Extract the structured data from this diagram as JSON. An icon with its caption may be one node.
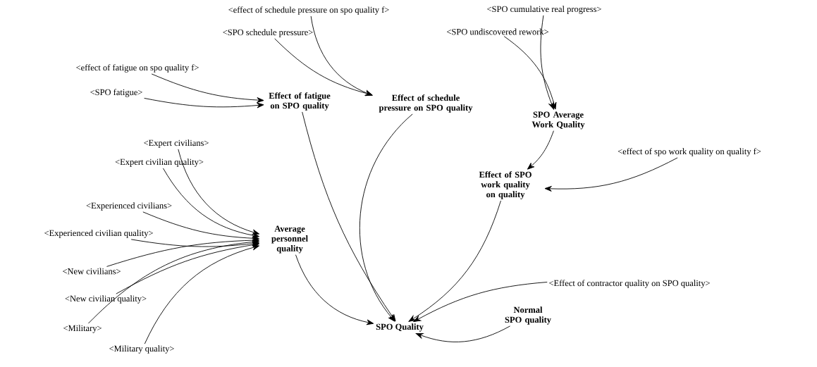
{
  "diagram": {
    "nodes": [
      {
        "text": [
          "<effect of schedule pressure on spo quality f>"
        ]
      },
      {
        "text": [
          "<SPO cumulative real progress>"
        ]
      },
      {
        "text": [
          "<SPO undiscovered rework>"
        ]
      },
      {
        "text": [
          "<SPO schedule pressure>"
        ]
      },
      {
        "text": [
          "<effect of fatigue on spo quality f>"
        ]
      },
      {
        "text": [
          "<SPO fatigue>"
        ]
      },
      {
        "text": [
          "Effect of fatigue on SPO quality"
        ]
      },
      {
        "text": [
          "Effect of schedule pressure on SPO quality"
        ]
      },
      {
        "text": [
          "SPO Average Work Quality"
        ]
      },
      {
        "text": [
          "<effect of spo work quality on quality f>"
        ]
      },
      {
        "text": [
          "<Expert civilians>"
        ]
      },
      {
        "text": [
          "<Expert civilian quality>"
        ]
      },
      {
        "text": [
          "Effect of SPO work quality on quality"
        ]
      },
      {
        "text": [
          "<Experienced civilians>"
        ]
      },
      {
        "text": [
          "<Experienced civilian quality>"
        ]
      },
      {
        "text": [
          "Average personnel quality"
        ]
      },
      {
        "text": [
          "<New civilians>"
        ]
      },
      {
        "text": [
          "<New civilian quality>"
        ]
      },
      {
        "text": [
          "<Effect of contractor quality on SPO quality>"
        ]
      },
      {
        "text": [
          "Normal SPO quality"
        ]
      },
      {
        "text": [
          "SPO Quality"
        ]
      },
      {
        "text": [
          "<Military>"
        ]
      },
      {
        "text": [
          "<Military quality>"
        ]
      }
    ],
    "edges": [
      {
        "from": 0,
        "to": 7,
        "arrow": "to"
      },
      {
        "from": 3,
        "to": 7,
        "arrow": "to"
      },
      {
        "from": 1,
        "to": 8,
        "arrow": "to"
      },
      {
        "from": 2,
        "to": 8,
        "arrow": "to"
      },
      {
        "from": 4,
        "to": 6,
        "arrow": "to"
      },
      {
        "from": 5,
        "to": 6,
        "arrow": "to"
      },
      {
        "from": 8,
        "to": 12,
        "arrow": "to"
      },
      {
        "from": 9,
        "to": 12,
        "arrow": "to"
      },
      {
        "from": 10,
        "to": 15,
        "arrow": "to"
      },
      {
        "from": 11,
        "to": 15,
        "arrow": "to"
      },
      {
        "from": 13,
        "to": 15,
        "arrow": "to"
      },
      {
        "from": 14,
        "to": 15,
        "arrow": "to"
      },
      {
        "from": 16,
        "to": 15,
        "arrow": "to"
      },
      {
        "from": 17,
        "to": 15,
        "arrow": "to"
      },
      {
        "from": 21,
        "to": 15,
        "arrow": "to"
      },
      {
        "from": 22,
        "to": 15,
        "arrow": "to"
      },
      {
        "from": 6,
        "to": 20,
        "arrow": "to"
      },
      {
        "from": 7,
        "to": 20,
        "arrow": "to"
      },
      {
        "from": 12,
        "to": 20,
        "arrow": "to"
      },
      {
        "from": 15,
        "to": 20,
        "arrow": "to"
      },
      {
        "from": 18,
        "to": 20,
        "arrow": "to"
      },
      {
        "from": 19,
        "to": 20,
        "arrow": "to"
      }
    ]
  }
}
